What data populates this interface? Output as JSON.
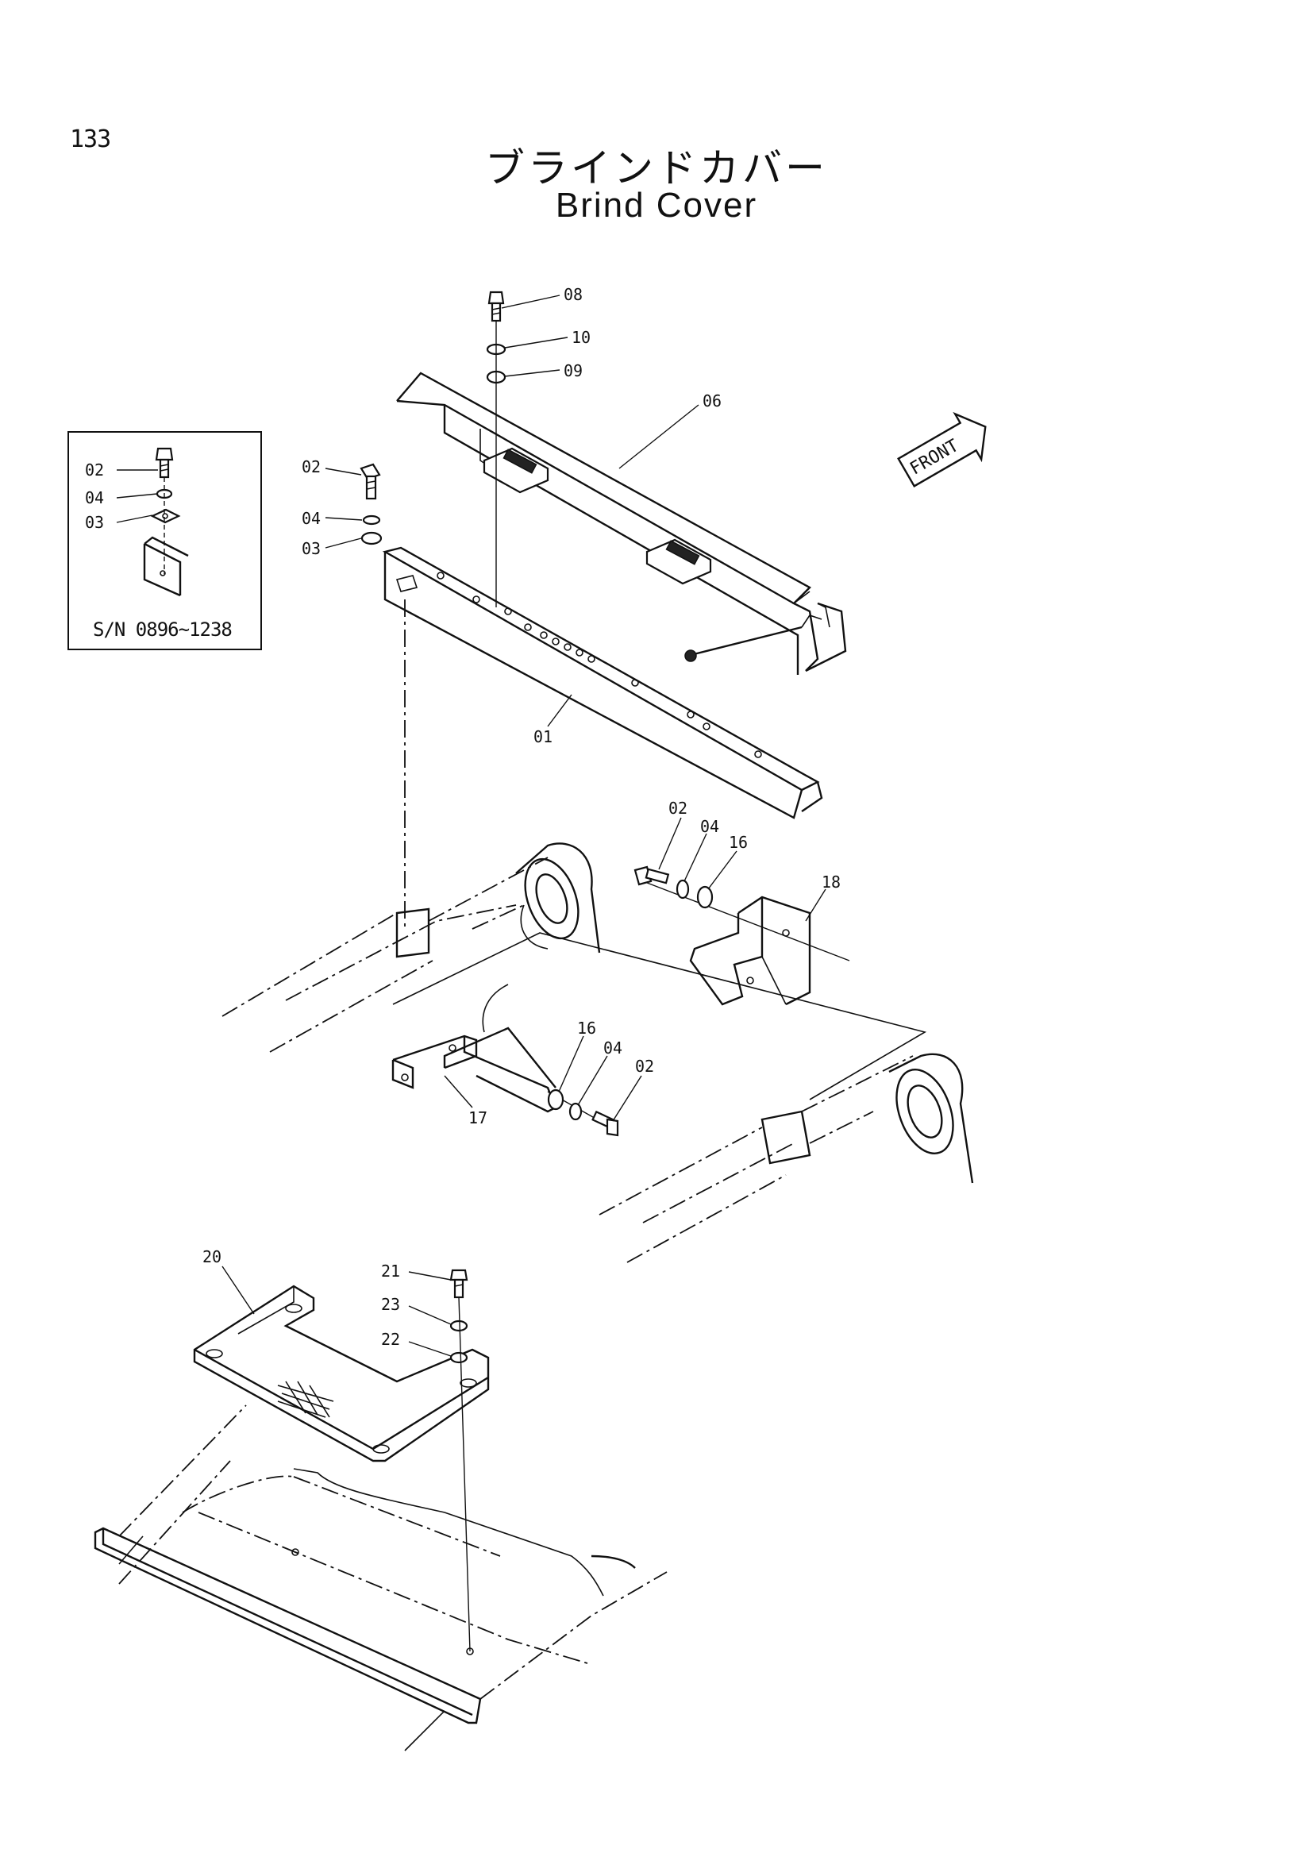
{
  "page_number": "133",
  "title": {
    "japanese": "ブラインドカバー",
    "english": "Brind Cover"
  },
  "inset": {
    "serial_range": "S/N 0896~1238",
    "callouts": [
      "02",
      "04",
      "03"
    ]
  },
  "front_indicator": "FRONT",
  "callouts": [
    "08",
    "10",
    "09",
    "06",
    "02",
    "04",
    "03",
    "01",
    "02",
    "04",
    "16",
    "18",
    "16",
    "04",
    "02",
    "17",
    "20",
    "21",
    "23",
    "22"
  ]
}
